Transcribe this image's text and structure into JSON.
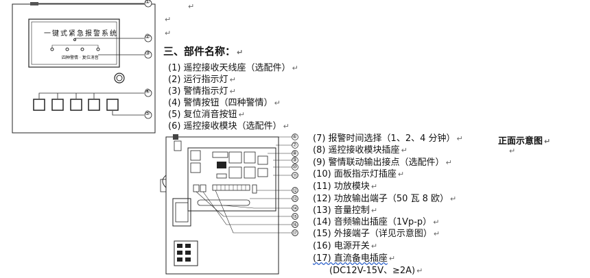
{
  "panel": {
    "title": "一键式紧急报警系统",
    "indicator_caption": "四种警情    ·    复位消音",
    "callouts": [
      "①",
      "②",
      "③",
      "④",
      "⑤"
    ]
  },
  "section": {
    "heading": "三、部件名称：",
    "front_caption": "正面示意图",
    "items_left": [
      "(1) 遥控接收天线座（选配件）",
      "(2) 运行指示灯",
      "(3) 警情指示灯",
      "(4) 警情按钮（四种警情）",
      "(5) 复位消音按钮",
      "(6) 遥控接收模块（选配件）"
    ],
    "items_right": [
      "(7) 报警时间选择（1、2、4 分钟）",
      "(8) 遥控接收模块插座",
      "(9) 警情联动输出接点（选配件）",
      "(10) 面板指示灯插座",
      "(11) 功放模块",
      "(12) 功放输出端子（50 瓦 8 欧）",
      "(13) 音量控制",
      "(14) 音频输出插座（1Vp-p）",
      "(15) 外接端子（详见示意图）",
      "(16) 电源开关",
      "(17) 直流备电插座",
      "(DC12V-15V、≥2A)"
    ],
    "paragraph_mark": "↵"
  },
  "board": {
    "callouts": [
      "⑥",
      "⑦",
      "⑧",
      "⑨",
      "⑩",
      "⑪",
      "⑫",
      "⑬",
      "⑭",
      "⑮",
      "⑯",
      "⑰"
    ]
  }
}
